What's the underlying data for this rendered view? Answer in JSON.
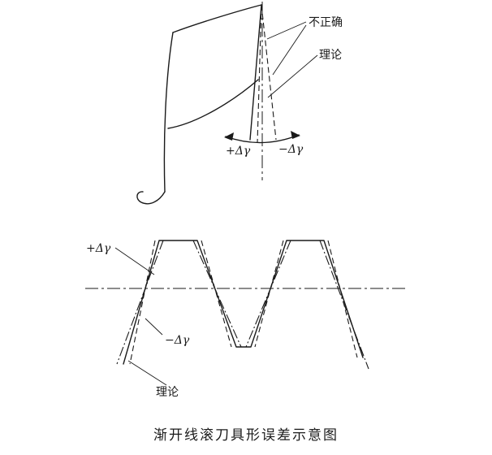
{
  "caption": "渐开线滚刀具形误差示意图",
  "colors": {
    "ink": "#1a1a1a",
    "background": "#ffffff"
  },
  "top_figure": {
    "label_incorrect": "不正确",
    "label_theory": "理论",
    "label_plus_gamma": "+Δγ",
    "label_minus_gamma": "−Δγ"
  },
  "bottom_figure": {
    "label_plus_gamma": "+Δγ",
    "label_minus_gamma": "−Δγ",
    "label_theory": "理论"
  }
}
